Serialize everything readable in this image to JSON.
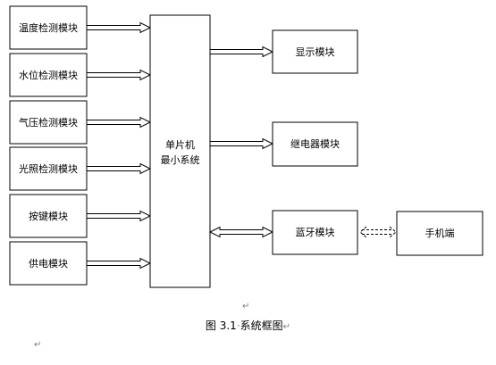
{
  "inputs": [
    {
      "label": "温度检测模块"
    },
    {
      "label": "水位检测模块"
    },
    {
      "label": "气压检测模块"
    },
    {
      "label": "光照检测模块"
    },
    {
      "label": "按键模块"
    },
    {
      "label": "供电模块"
    }
  ],
  "center": {
    "line1": "单片机",
    "line2": "最小系统"
  },
  "outputs": [
    {
      "label": "显示模块"
    },
    {
      "label": "继电器模块"
    },
    {
      "label": "蓝牙模块"
    }
  ],
  "phone": {
    "label": "手机端"
  },
  "caption": {
    "prefix": "图 3.1",
    "text": "系统框图"
  },
  "marks": {
    "return": "↵"
  }
}
